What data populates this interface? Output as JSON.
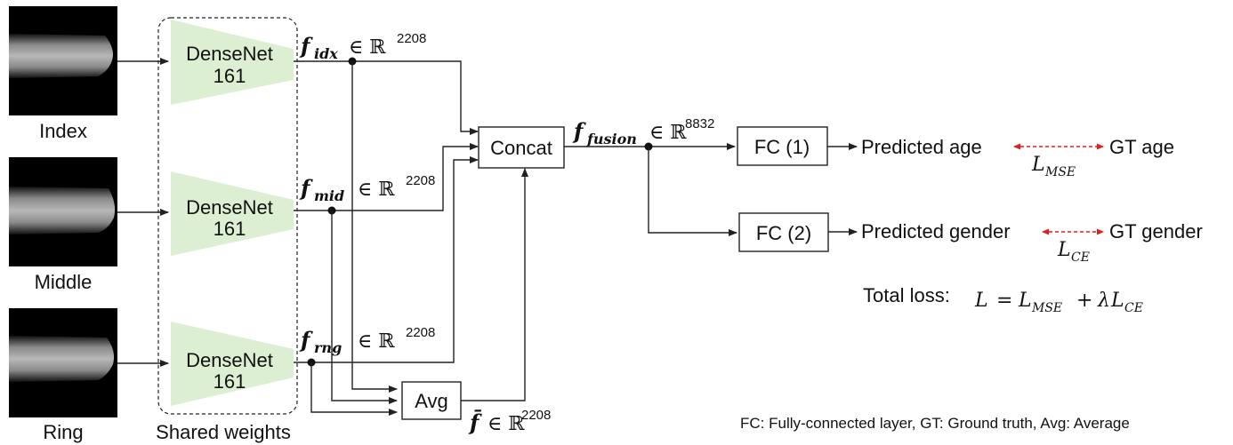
{
  "inputs": [
    {
      "label": "Index"
    },
    {
      "label": "Middle"
    },
    {
      "label": "Ring"
    }
  ],
  "backbone": {
    "name_line1": "DenseNet",
    "name_line2": "161",
    "shared_label": "Shared weights",
    "color": "#dcefd2"
  },
  "features": {
    "idx": {
      "sym": "f",
      "sub": "idx",
      "space": "∈ ℝ",
      "dim": "2208"
    },
    "mid": {
      "sym": "f",
      "sub": "mid",
      "space": "∈ ℝ",
      "dim": "2208"
    },
    "rng": {
      "sym": "f",
      "sub": "rng",
      "space": "∈ ℝ",
      "dim": "2208"
    },
    "avg": {
      "sym": "f̄",
      "space": "∈ ℝ",
      "dim": "2208"
    },
    "fusion": {
      "sym": "f",
      "sub": "fusion",
      "space": "∈ ℝ",
      "dim": "8832"
    }
  },
  "blocks": {
    "concat": "Concat",
    "avg": "Avg",
    "fc1": "FC (1)",
    "fc2": "FC (2)"
  },
  "outputs": {
    "pred_age": "Predicted age",
    "gt_age": "GT age",
    "pred_gender": "Predicted gender",
    "gt_gender": "GT gender",
    "loss_age": {
      "L": "L",
      "sub": "MSE"
    },
    "loss_gender": {
      "L": "L",
      "sub": "CE"
    },
    "arrow_color": "#e02020"
  },
  "total_loss": {
    "label": "Total loss:",
    "L": "L",
    "eq": "=",
    "L1": "L",
    "L1sub": "MSE",
    "plus": "+",
    "lambda": "λ",
    "L2": "L",
    "L2sub": "CE"
  },
  "footnote": "FC: Fully-connected layer, GT: Ground truth, Avg: Average"
}
